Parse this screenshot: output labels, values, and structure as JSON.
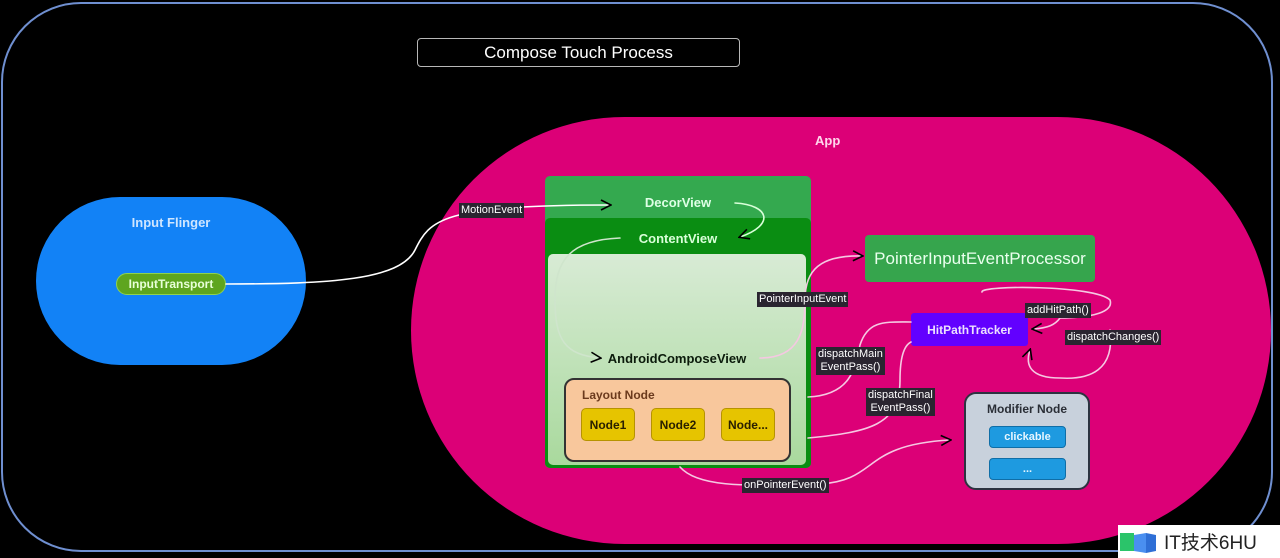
{
  "title": "Compose Touch Process",
  "input_flinger": {
    "label": "Input Flinger",
    "transport": "InputTransport"
  },
  "app": {
    "label": "App",
    "decor_view": "DecorView",
    "content_view": "ContentView",
    "android_compose_view": "AndroidComposeView",
    "layout_node": {
      "label": "Layout Node",
      "nodes": [
        "Node1",
        "Node2",
        "Node..."
      ]
    },
    "pointer_input_event_processor": "PointerInputEventProcessor",
    "hit_path_tracker": "HitPathTracker",
    "modifier_node": {
      "label": "Modifier Node",
      "items": [
        "clickable",
        "..."
      ]
    }
  },
  "edges": {
    "motion_event": "MotionEvent",
    "pointer_input_event": "PointerInputEvent",
    "add_hit_path": "addHitPath()",
    "dispatch_changes": "dispatchChanges()",
    "dispatch_main_event_pass": "dispatchMain\nEventPass()",
    "dispatch_final_event_pass": "dispatchFinal\nEventPass()",
    "on_pointer_event": "onPointerEvent()"
  },
  "colors": {
    "frame": "#6f8fd0",
    "input_flinger": "#1282f6",
    "input_transport": "#5ea51f",
    "app": "#dc0077",
    "decor_view": "#34a94f",
    "content_view": "#0a8d12",
    "layout_node": "#f8c79c",
    "node": "#e6c400",
    "hit_path_tracker": "#6200ff",
    "modifier_node": "#c8d1dc",
    "modifier_item": "#1e9ae0"
  },
  "watermark": "IT技术6HU"
}
